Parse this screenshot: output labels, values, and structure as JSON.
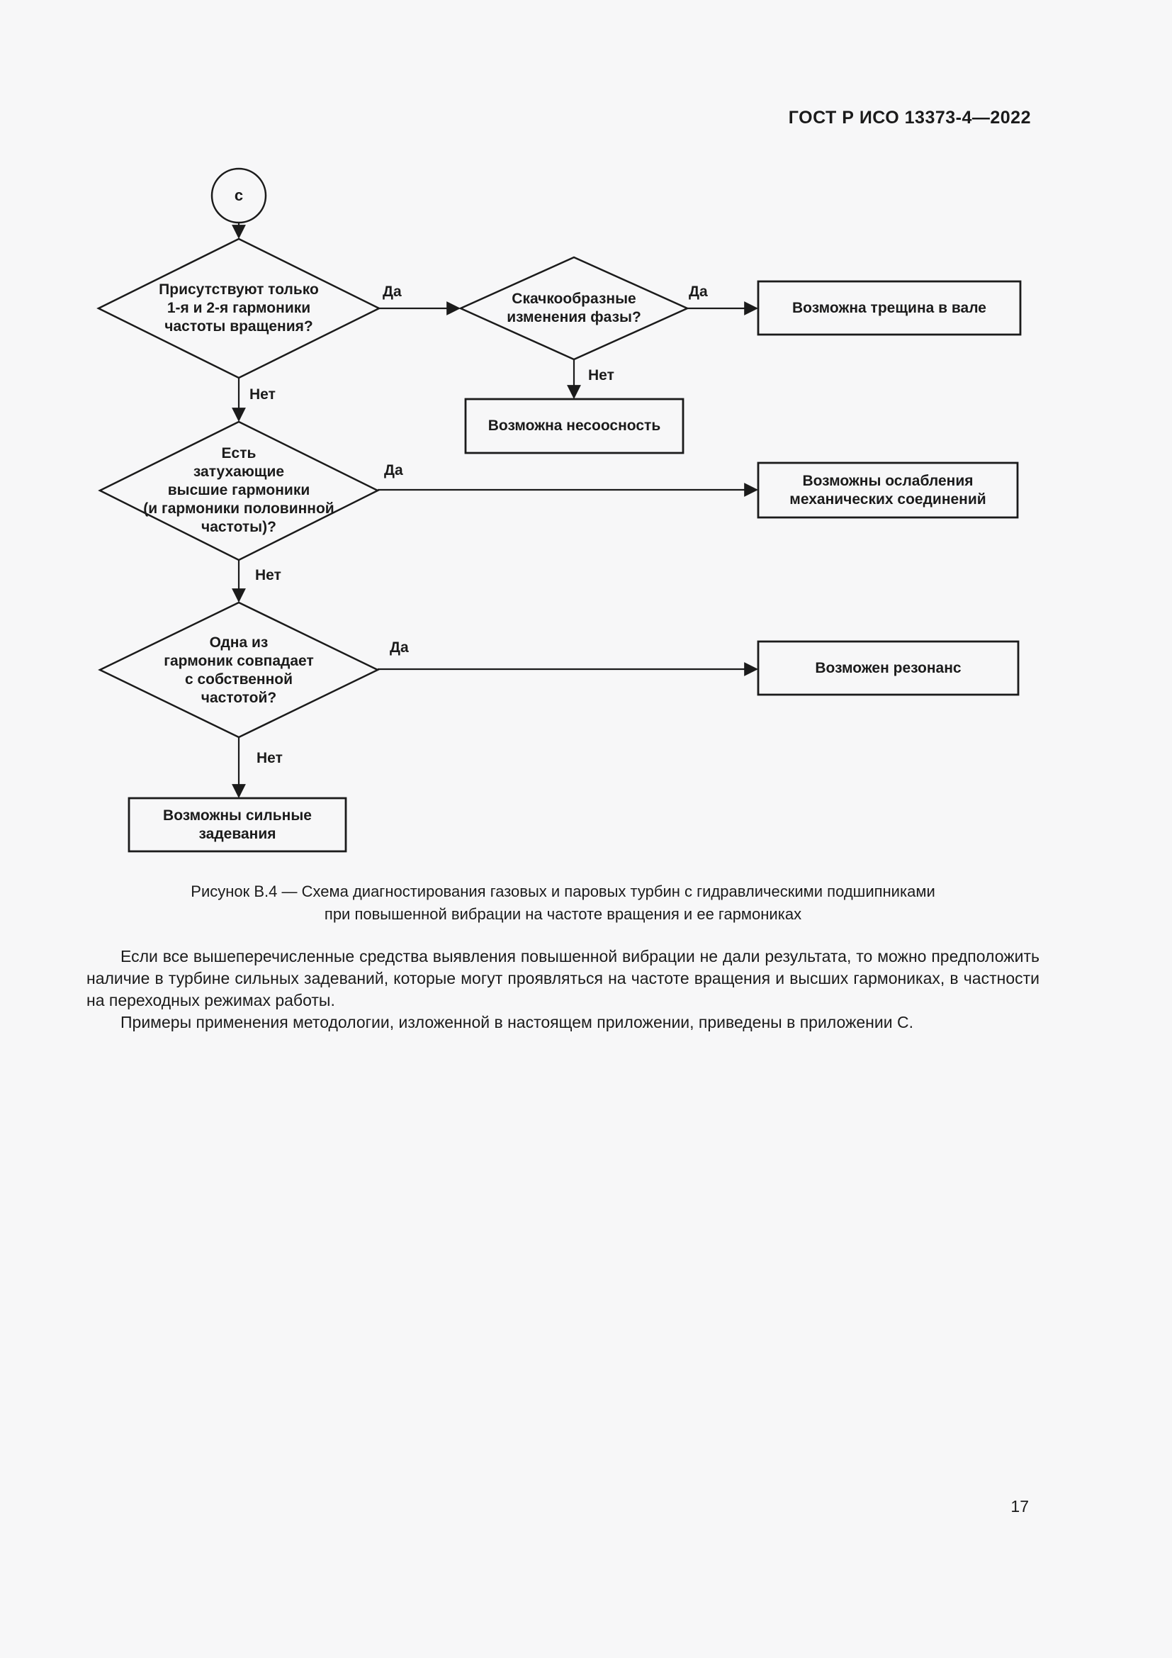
{
  "page": {
    "header": "ГОСТ Р ИСО 13373-4—2022",
    "page_number": "17"
  },
  "colors": {
    "page_background": "#f7f7f8",
    "ink": "#1b1b1b"
  },
  "flowchart": {
    "connector_label": "с",
    "decisions": {
      "only_1st_2nd_harmonics": "Присутствуют только\n1-я и 2-я гармоники\nчастоты вращения?",
      "phase_jumps": "Скачкообразные\nизменения фазы?",
      "decaying_higher_harmonics": "Есть\nзатухающие\nвысшие гармоники\n(и гармоники половинной\nчастоты)?",
      "harmonic_matches_natural_frequency": "Одна из\nгармоник совпадает\nс собственной\nчастотой?"
    },
    "outcomes": {
      "shaft_crack": "Возможна трещина в вале",
      "misalignment": "Возможна несоосность",
      "loose_joints": "Возможны ослабления\nмеханических соединений",
      "resonance": "Возможен резонанс",
      "heavy_rubs": "Возможны сильные\nзадевания"
    },
    "edge_labels": {
      "yes": "Да",
      "no": "Нет"
    }
  },
  "figure_caption": "Рисунок В.4 — Схема диагностирования газовых и паровых турбин с гидравлическими подшипниками\nпри повышенной вибрации на частоте вращения и ее гармониках",
  "body": {
    "paragraphs": [
      "Если все вышеперечисленные средства выявления повышенной вибрации не дали результата, то можно предположить наличие в турбине сильных задеваний, которые могут проявляться на частоте вращения и высших гармониках, в частности на переходных режимах работы.",
      "Примеры применения методологии, изложенной в настоящем приложении, приведены в приложении С."
    ]
  }
}
